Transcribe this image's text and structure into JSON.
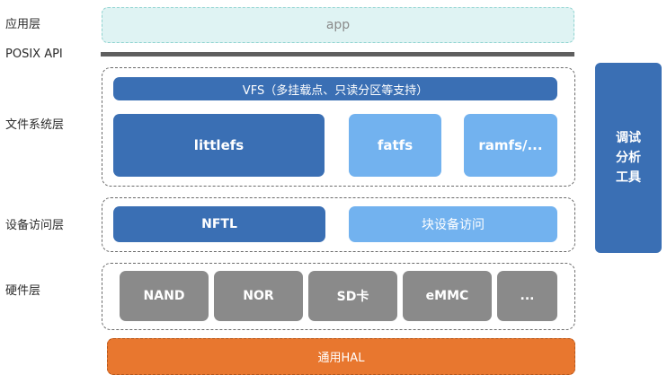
{
  "layers": {
    "app": "应用层",
    "posix": "POSIX API",
    "fs": "文件系统层",
    "device": "设备访问层",
    "hardware": "硬件层"
  },
  "app_box": "app",
  "fs": {
    "vfs": "VFS（多挂载点、只读分区等支持）",
    "littlefs": "littlefs",
    "fatfs": "fatfs",
    "ramfs": "ramfs/..."
  },
  "device": {
    "nftl": "NFTL",
    "block": "块设备访问"
  },
  "hardware": {
    "items": [
      "NAND",
      "NOR",
      "SD卡",
      "eMMC",
      "..."
    ]
  },
  "hal": "通用HAL",
  "debug_tool": "调试分析工具",
  "colors": {
    "dark_blue": "#3a6fb4",
    "light_blue": "#72b2ef",
    "gray": "#8a8a8a",
    "orange": "#e8772f",
    "app_bg": "#dff3f3"
  }
}
